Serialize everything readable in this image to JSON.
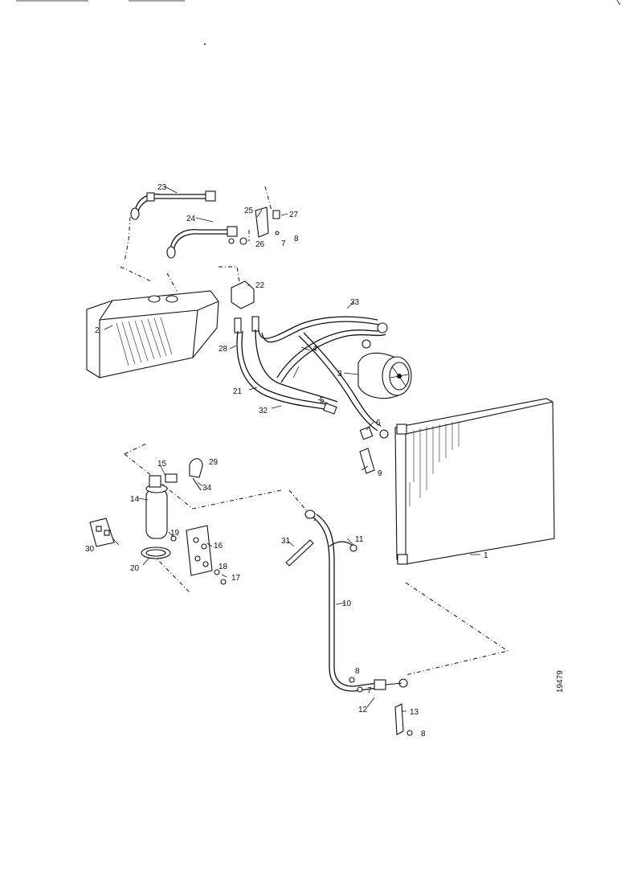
{
  "drawing_number": "19479",
  "callouts": {
    "c1": "1",
    "c2": "2",
    "c3": "3",
    "c4": "4",
    "c5": "5",
    "c6": "6",
    "c7a": "7",
    "c7b": "7",
    "c8a": "8",
    "c8b": "8",
    "c8c": "8",
    "c9": "9",
    "c10": "10",
    "c11": "11",
    "c12": "12",
    "c13": "13",
    "c14": "14",
    "c15": "15",
    "c16": "16",
    "c17": "17",
    "c18": "18",
    "c19": "19",
    "c20": "20",
    "c21": "21",
    "c22": "22",
    "c23": "23",
    "c24": "24",
    "c25": "25",
    "c26": "26",
    "c27": "27",
    "c28": "28",
    "c29": "29",
    "c30": "30",
    "c31": "31",
    "c32": "32",
    "c33": "33",
    "c34": "34"
  }
}
